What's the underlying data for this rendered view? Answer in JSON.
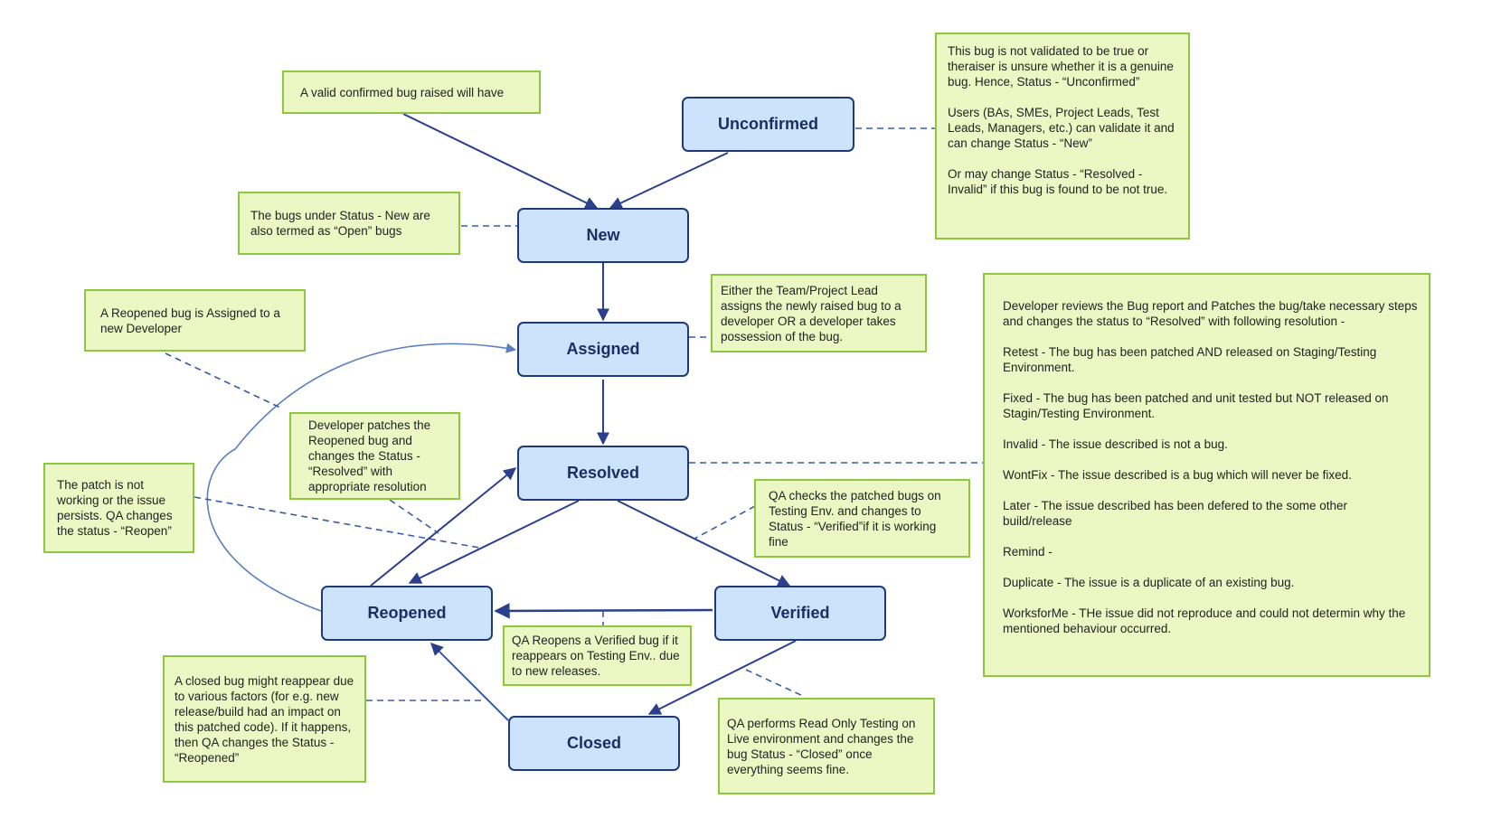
{
  "states": {
    "unconfirmed": "Unconfirmed",
    "new": "New",
    "assigned": "Assigned",
    "resolved": "Resolved",
    "reopened": "Reopened",
    "verified": "Verified",
    "closed": "Closed"
  },
  "notes": {
    "valid_bug": "A valid confirmed bug raised will have",
    "unconfirmed": [
      "This bug is not validated to be true or theraiser is unsure whether it is a genuine bug. Hence, Status - “Unconfirmed”",
      "Users (BAs, SMEs, Project Leads, Test Leads, Managers, etc.) can validate it and can change Status - “New”",
      "Or may change Status - “Resolved - Invalid” if this bug is found to be not true."
    ],
    "new_open": "The bugs under Status - New are also termed as “Open” bugs",
    "reopened_assigned": "A Reopened bug is Assigned to a new Developer",
    "assigned": "Either the Team/Project Lead assigns the newly raised bug to a developer OR a developer takes possession of the bug.",
    "developer_patches": "Developer patches the Reopened bug and changes the Status - “Resolved” with appropriate resolution",
    "patch_not_working": "The patch is not working or the issue persists. QA changes the status - “Reopen”",
    "qa_checks": "QA checks the patched bugs on Testing Env. and changes to Status - “Verified”if it is working fine",
    "qa_reopens": "QA Reopens a Verified bug if it reappears on Testing Env.. due to new releases.",
    "closed_reappear": "A closed bug might reappear due to various factors (for e.g. new release/build had an impact on this patched code). If it happens, then QA changes the Status - “Reopened”",
    "qa_read_only": "QA performs Read Only Testing on Live environment and changes the bug Status - “Closed” once everything seems fine.",
    "resolution": [
      "Developer reviews the Bug report and Patches the bug/take necessary steps and changes the status to “Resolved” with following resolution -",
      "Retest - The bug has been patched AND released on Staging/Testing Environment.",
      "Fixed - The bug has been patched and unit tested but NOT released on Stagin/Testing Environment.",
      "Invalid - The issue described is not a bug.",
      "WontFix - The issue described is a bug which will never be fixed.",
      "Later - The issue described has been defered to the some other build/release",
      "Remind -",
      "Duplicate - The issue is a duplicate of an existing bug.",
      "WorksforMe - THe issue did not reproduce and could not determin why the mentioned behaviour occurred."
    ]
  },
  "colors": {
    "state_fill": "#cce3fb",
    "state_border": "#1f3a7a",
    "state_text": "#1a2e63",
    "note_fill": "#ebf8c4",
    "note_border": "#8dc63f",
    "arrow": "#2b3f8c",
    "curve": "#5b7fc0",
    "dashed": "#3a5ba8"
  }
}
